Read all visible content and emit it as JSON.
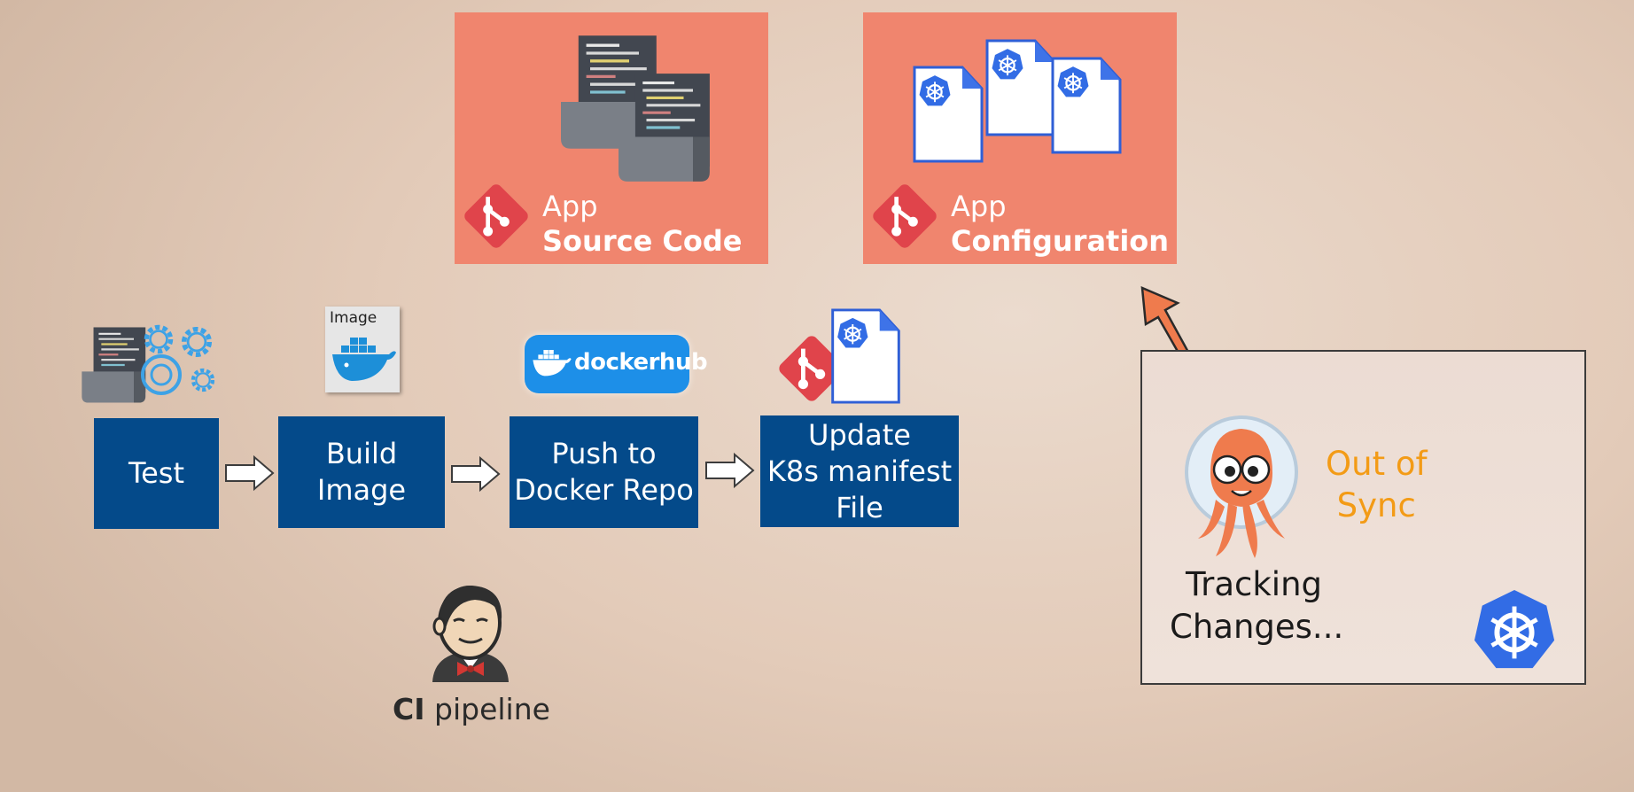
{
  "repos": {
    "source": {
      "line1": "App",
      "line2": "Source Code"
    },
    "config": {
      "line1": "App",
      "line2": "Configuration"
    }
  },
  "pipeline": {
    "steps": [
      {
        "label": "Test"
      },
      {
        "label": "Build\nImage"
      },
      {
        "label": "Push to\nDocker Repo"
      },
      {
        "label": "Update\nK8s manifest\nFile"
      }
    ],
    "image_label": "Image",
    "dockerhub_label": "dockerhub"
  },
  "ci": {
    "bold": "CI",
    "rest": "pipeline"
  },
  "argocd": {
    "status": "Out of\nSync",
    "tracking": "Tracking\nChanges..."
  },
  "colors": {
    "repo_panel": "#f0856e",
    "step_box": "#044a8a",
    "git_red": "#e0444b",
    "k8s_blue": "#326ce5",
    "out_of_sync": "#f39b16",
    "argo_orange": "#ef7b4d"
  },
  "icons": [
    "git-icon",
    "code-document-icon",
    "k8s-manifest-icon",
    "gears-icon",
    "docker-whale-icon",
    "dockerhub-logo",
    "jenkins-icon",
    "argocd-icon",
    "kubernetes-icon"
  ]
}
